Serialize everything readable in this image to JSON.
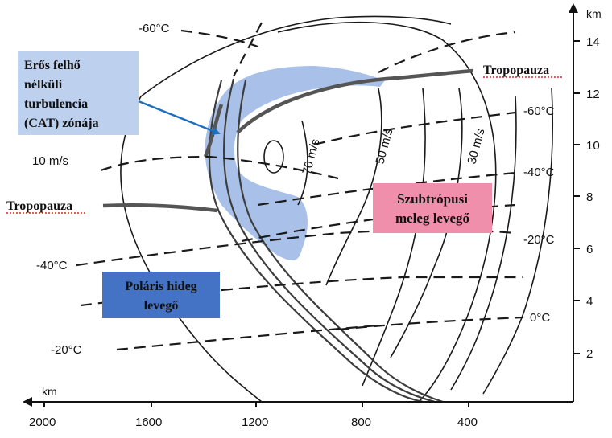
{
  "colors": {
    "cat_zone": "#a9c1e8",
    "cat_label_bg": "#bdd0ee",
    "polar_bg": "#4472c4",
    "subtropical_bg": "#f08fab",
    "arrow": "#1f6fbf",
    "tropopause_underline": "#e02020"
  },
  "axes": {
    "x_unit": "km",
    "y_unit": "km",
    "x_ticks": [
      "2000",
      "1600",
      "1200",
      "800",
      "400"
    ],
    "y_ticks": [
      "2",
      "4",
      "6",
      "8",
      "10",
      "12",
      "14"
    ]
  },
  "labels": {
    "cat_zone_lines": [
      "Erős felhő",
      "nélküli",
      "turbulencia",
      "(CAT) zónája"
    ],
    "tropopause_right": "Tropopauza",
    "tropopause_left": "Tropopauza",
    "subtropical_lines": [
      "Szubtrópusi",
      "meleg levegő"
    ],
    "polar_lines": [
      "Poláris hideg",
      "levegő"
    ]
  },
  "isotherms": {
    "left": [
      "-60°C",
      "-40°C",
      "-20°C"
    ],
    "right": [
      "-60°C",
      "-40°C",
      "-20°C",
      "0°C"
    ]
  },
  "wind_speeds": [
    "10 m/s",
    "70 m/s",
    "50 m/s",
    "30 m/s"
  ]
}
